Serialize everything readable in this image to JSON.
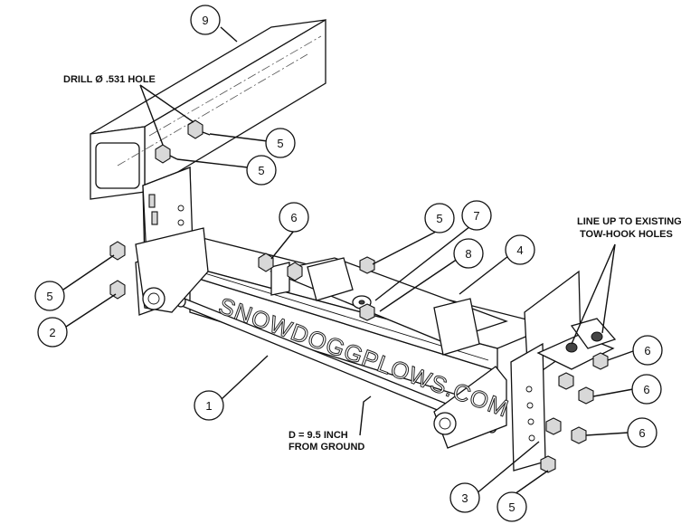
{
  "notes": {
    "drill": "DRILL Ø .531 HOLE",
    "tow_hook_line1": "LINE UP TO EXISTING",
    "tow_hook_line2": "TOW-HOOK HOLES",
    "distance_line1": "D = 9.5 INCH",
    "distance_line2": "FROM GROUND"
  },
  "watermark": "SNOWDOGGPLOWS.COM",
  "callouts": [
    "9",
    "5",
    "5",
    "6",
    "5",
    "7",
    "8",
    "4",
    "5",
    "2",
    "1",
    "6",
    "6",
    "6",
    "3",
    "5"
  ]
}
